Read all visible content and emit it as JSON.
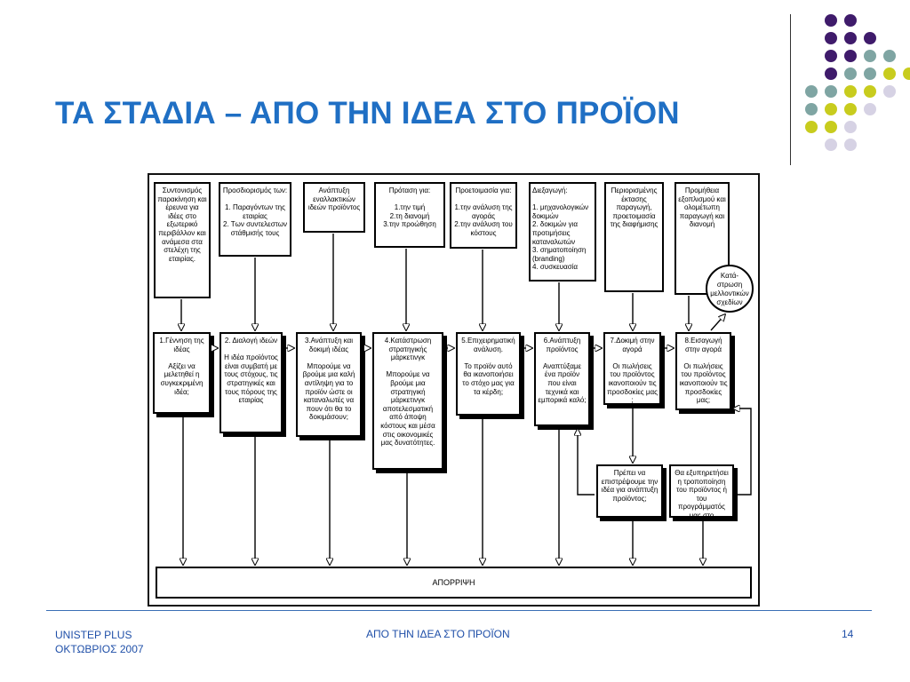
{
  "title": "ΤΑ ΣΤΑΔΙΑ – ΑΠΟ ΤΗΝ ΙΔΕΑ ΣΤΟ ΠΡΟΪΟΝ",
  "decor_colors": {
    "purple": "#3f1b6b",
    "teal": "#7fa5a3",
    "yellow": "#c8cc1e",
    "lavender": "#d6d2e4"
  },
  "top_boxes": [
    "Συντονισμός παρακίνηση και έρευνα για ιδέες στο εξωτερικό περιβάλλον και ανάμεσα στα στελέχη της εταιρίας.",
    "Προσδιορισμός των:\n\n1. Παραγόντων της εταιρίας\n2. Των συντελεστων στάθμισής τους",
    "Ανάπτυξη εναλλακτικών ιδεών προϊόντος",
    "Πρόταση για:\n\n1.την τιμή\n2.τη διανομή\n3.την προώθηση",
    "Προετοιμασία για:\n\n1.την ανάλυση της αγοράς\n2.την ανάλυση του κόστους",
    "Διεξαγωγή:\n\n1. μηχανολογικών δοκιμών\n2. δοκιμών για προτιμήσεις καταναλωτών\n3. σηματοποίηση (branding)\n4. συσκευασία",
    "Περιορισμένης έκτασης παραγωγή, προετοιμασία της διαφήμισης",
    "Προμήθεια εξοπλισμού και ολομέτωπη παραγωγή και διανομή"
  ],
  "stage_boxes": [
    "1.Γέννηση της ιδέας\n\nΑξίζει να μελετηθεί η συγκεκριμένη ιδέα;",
    "2. Διαλογή ιδεών\n\nΗ ιδέα προϊόντος είναι συμβατή με τους στόχους, τις στρατηγικές και τους πόρους της εταιρίας",
    "3.Ανάπτυξη και δοκιμή ιδέας\n\nΜπορούμε να βρούμε μια καλή αντίληψη για το προϊόν ώστε οι καταναλωτές να πουν ότι θα το δοκιμάσουν;",
    "4.Κατάστρωση στρατηγικής μάρκετινγκ\n\nΜπορούμε να βρούμε μια στρατηγική μάρκετινγκ αποτελεσματική από άποψη κόστους και μέσα στις οικονομικές μας δυνατότητες.",
    "5.Επιχειρηματική ανάλυση.\n\nΤο προϊόν αυτό θα ικανοποιήσει το στόχο μας για τα κέρδη;",
    "6.Ανάπτυξη προϊόντος\n\nΑναπτύξαμε ένα προϊόν που είναι τεχνικά και εμπορικά καλό;",
    "7.Δοκιμή στην αγορά\n\nΟι πωλήσεις του προϊόντος ικανοποιούν τις προσδοκίες μας ;",
    "8.Εισαγωγή στην αγορά\n\nΟι πωλήσεις του προϊόντος ικανοποιούν τις προσδοκίες μας;"
  ],
  "feedback_boxes": [
    "Πρέπει να επιστρέψουμε την ιδέα για ανάπτυξη προϊόντος;",
    "Θα εξυπηρετήσει η τροποποίηση του προϊόντος ή του προγράμματός μας στο μάρκετινγκ;"
  ],
  "circle_text": "Κατά-\nστρωση\nμελλοντικών\nσχεδίων",
  "bottom_box": "ΑΠΟΡΡΙΨΗ",
  "footer": {
    "left": "UNISTEP PLUS\nΟΚΤΩΒΡΙΟΣ 2007",
    "center": "ΑΠΟ ΤΗΝ ΙΔΕΑ ΣΤΟ ΠΡΟΪΟΝ",
    "page": "14"
  }
}
